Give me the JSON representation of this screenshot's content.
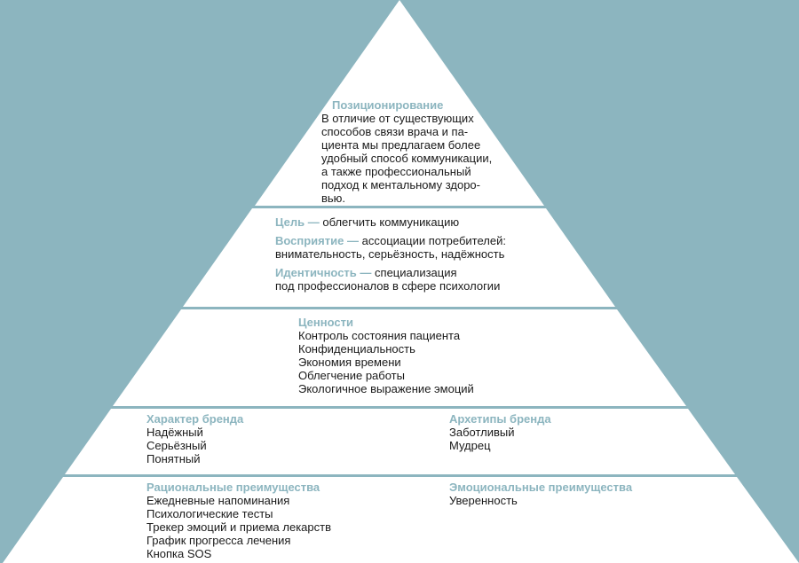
{
  "colors": {
    "background": "#8cb5bf",
    "tier_fill": "#ffffff",
    "heading": "#8cb5bf",
    "text": "#1a1a1a"
  },
  "positioning": {
    "title": "Позиционирование",
    "lines": [
      "В отличие от существующих",
      "способов связи врача и па-",
      "циента мы предлагаем более",
      "удобный способ коммуникации,",
      "а также профессиональный",
      "подход к ментальному здоро-",
      "вью."
    ]
  },
  "goal": {
    "label": "Цель —",
    "text": "облегчить коммуникацию"
  },
  "perception": {
    "label": "Восприятие —",
    "text": "ассоциации потребителей:",
    "line2": "внимательность, серьёзность, надёжность"
  },
  "identity": {
    "label": "Идентичность —",
    "text": "специализация",
    "line2": "под профессионалов в сфере психологии"
  },
  "values": {
    "title": "Ценности",
    "items": [
      "Контроль состояния пациента",
      "Конфиденциальность",
      "Экономия времени",
      "Облегчение работы",
      "Экологичное выражение эмоций"
    ]
  },
  "brand_character": {
    "title": "Характер бренда",
    "items": [
      "Надёжный",
      "Серьёзный",
      "Понятный"
    ]
  },
  "brand_archetypes": {
    "title": "Архетипы бренда",
    "items": [
      "Заботливый",
      "Мудрец"
    ]
  },
  "rational_benefits": {
    "title": "Рациональные преимущества",
    "items": [
      "Ежедневные напоминания",
      "Психологические тесты",
      "Трекер эмоций и приема лекарств",
      "График прогресса лечения",
      "Кнопка SOS"
    ]
  },
  "emotional_benefits": {
    "title": "Эмоциональные преимущества",
    "items": [
      "Уверенность"
    ]
  }
}
